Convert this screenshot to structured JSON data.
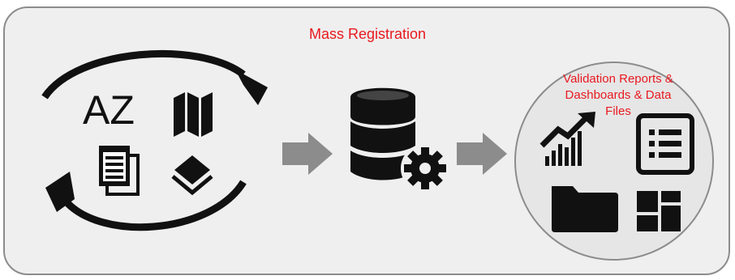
{
  "title": "Mass Registration",
  "output_label": [
    "Validation Reports &",
    "Dashboards & Data",
    "Files"
  ],
  "source_glyph_text": "AZ",
  "colors": {
    "title": "#e8191f",
    "icon": "#111111",
    "arrow": "#8c8c8c",
    "panel": "#efefef",
    "border": "#8c8c8c"
  },
  "icons": [
    "az-text-icon",
    "map-icon",
    "documents-icon",
    "layers-icon",
    "database-icon",
    "gear-icon",
    "growth-chart-icon",
    "list-icon",
    "folder-icon",
    "dashboard-icon"
  ]
}
